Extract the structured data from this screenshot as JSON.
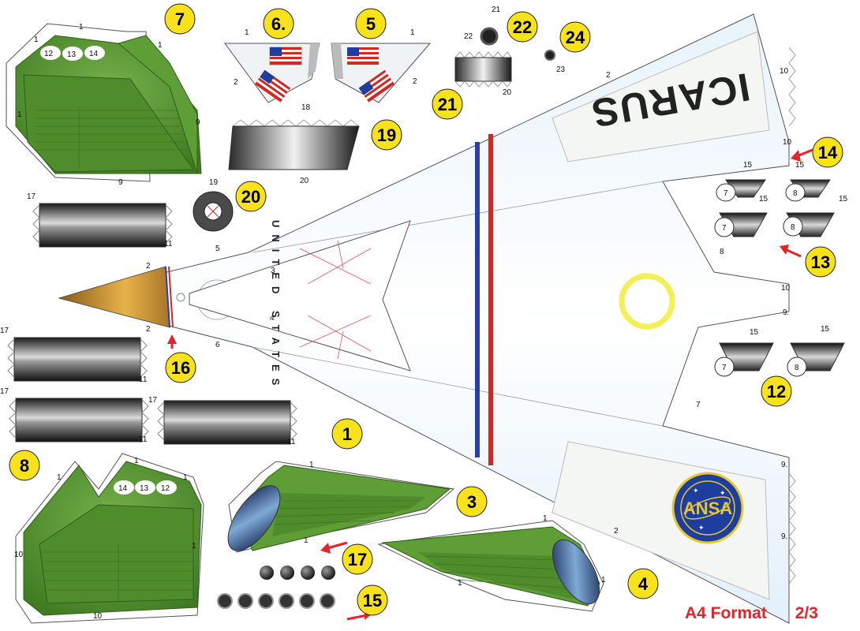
{
  "sheet": {
    "format_label": "A4 Format",
    "page_label": "2/3"
  },
  "wing": {
    "name_text": "ICARUS",
    "country_text": "UNITED STATES",
    "logo_text": "ANSA"
  },
  "callouts": [
    "1",
    "3",
    "4",
    "5",
    "6.",
    "7",
    "8",
    "12",
    "13",
    "14",
    "15",
    "16",
    "17",
    "19",
    "20",
    "21",
    "22",
    "24"
  ],
  "labels": {
    "l1": "1",
    "l2": "2",
    "l3": "3",
    "l4": "4",
    "l5": "5",
    "l6": "6",
    "l7": "7",
    "l8": "8",
    "l9": "9",
    "l9d": "9.",
    "l10": "10",
    "l11": "11",
    "l12": "12",
    "l13": "13",
    "l14": "14",
    "l15": "15",
    "l17": "17",
    "l18": "18",
    "l19": "19",
    "l20": "20",
    "l21": "21",
    "l22": "22",
    "l23": "23"
  },
  "colors": {
    "callout_fill": "#f7e21b",
    "cockpit_green": "#5f9e36",
    "arrow_red": "#e8212b",
    "stripe_blue": "#2b3fa6",
    "stripe_red": "#d2281f",
    "nose_gold": "#c9922e"
  }
}
